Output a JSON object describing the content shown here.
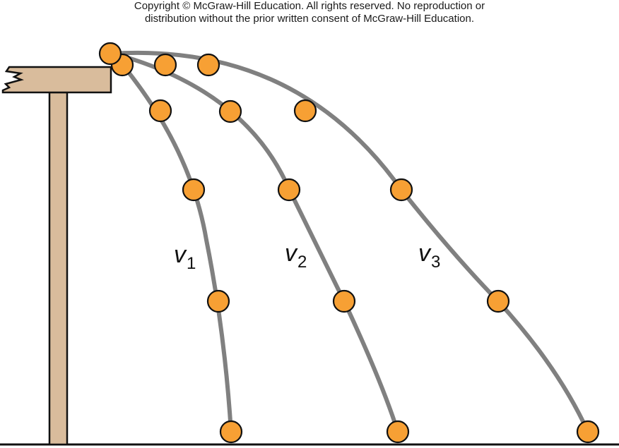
{
  "copyright": {
    "line1": "Copyright © McGraw-Hill Education.  All rights reserved. No reproduction or",
    "line2": "distribution without the prior written consent of McGraw-Hill Education."
  },
  "labels": {
    "v1": {
      "symbol": "v",
      "subscript": "1"
    },
    "v2": {
      "symbol": "v",
      "subscript": "2"
    },
    "v3": {
      "symbol": "v",
      "subscript": "3"
    }
  },
  "colors": {
    "ball_fill": "#f7a034",
    "trajectory": "#808080",
    "table_wood": "#d9bc9c",
    "outline": "#111111"
  }
}
